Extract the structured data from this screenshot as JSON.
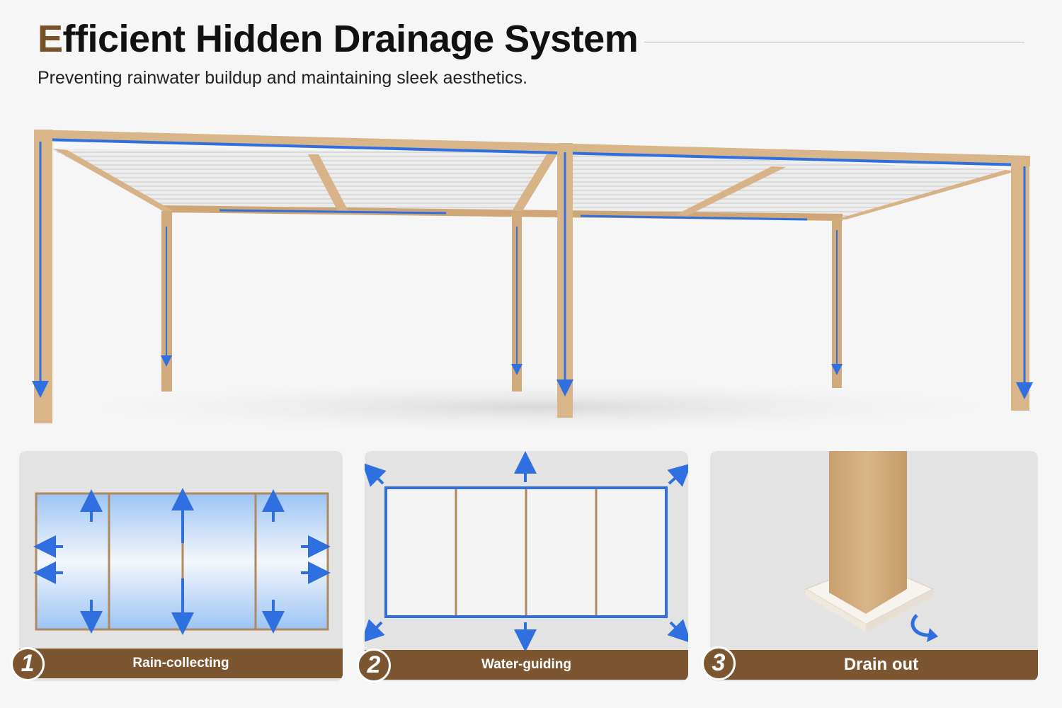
{
  "header": {
    "title_first": "E",
    "title_rest": "fficient Hidden Drainage System",
    "subtitle": "Preventing rainwater buildup and maintaining sleek aesthetics."
  },
  "steps": [
    {
      "number": "1",
      "label": "Rain-collecting"
    },
    {
      "number": "2",
      "label": "Water-guiding"
    },
    {
      "number": "3",
      "label": "Drain out"
    }
  ],
  "colors": {
    "wood": "#d7b387",
    "brown_banner": "#7c5630",
    "water_blue": "#2f6fe0",
    "title_accent": "#7a5228"
  },
  "icons": [
    "arrow-up-icon",
    "arrow-down-icon",
    "arrow-left-icon",
    "arrow-right-icon",
    "diagonal-arrow-icon",
    "curved-arrow-icon"
  ]
}
